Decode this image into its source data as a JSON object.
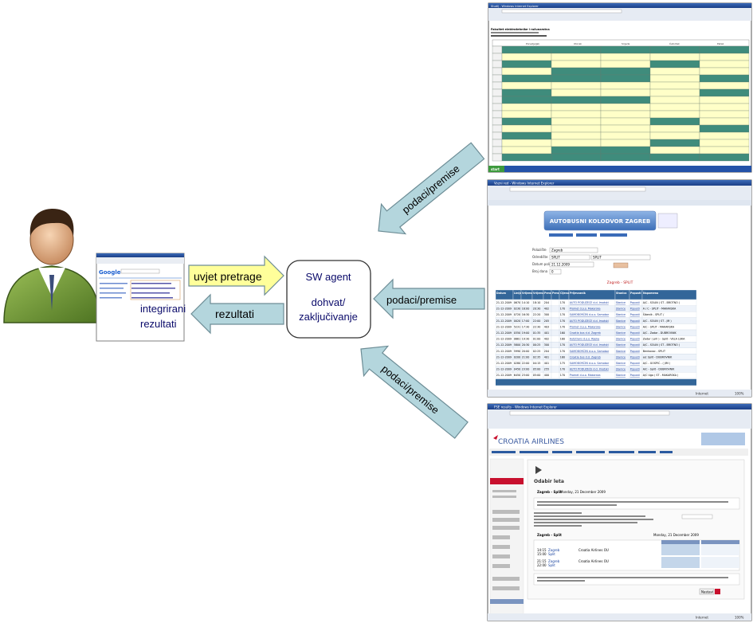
{
  "labels": {
    "query_condition": "uvjet pretrage",
    "results": "rezultati",
    "integrated_results": [
      "integrirani",
      "rezultati"
    ],
    "data_premises": "podaci/premise"
  },
  "agent": {
    "title": "SW agent",
    "subtitle": [
      "dohvat/",
      "zaključivanje"
    ]
  },
  "screens": {
    "top": {
      "title": "Studij - Windows Internet Explorer",
      "heading": "Fakultet elektrotehnike i računarstva",
      "day_headers": [
        "Ponedjeljak",
        "Utorak",
        "Srijeda",
        "Četvrtak",
        "Petak"
      ],
      "start_button": "start"
    },
    "middle": {
      "title": "Vozni red - Windows Internet Explorer",
      "banner": "AUTOBUSNI KOLODVOR ZAGREB",
      "form_labels": [
        "Polazište",
        "Odredište",
        "Datum polaska",
        "Broj dana"
      ],
      "form_values": [
        "Zagreb",
        "SPLIT",
        "21.12.2009",
        "0"
      ],
      "route_title": "Zagreb - SPLIT",
      "columns": [
        "Datum",
        "Linija",
        "Vrijeme Polaska",
        "Vrijeme Dolaska",
        "Peron Pol.",
        "Peron Dol.",
        "Cijena",
        "Prijevoznik",
        "Stanica",
        "Popusti",
        "Napomena"
      ],
      "rows": [
        [
          "21-12-2009",
          "0670",
          "14:10",
          "18:10",
          "204",
          "",
          "170",
          "AUTO PODUZEĆE d.d. Imotski",
          "Stanice",
          "Popusti",
          "A/C - SOLIN ( ST - BROTNO )"
        ],
        [
          "21-12-2009",
          "0230",
          "16:00",
          "20:30",
          "402",
          "",
          "170",
          "Promet d.o.o. Makarska",
          "Stanice",
          "Popusti",
          "A / C - SPLIT - MAKARSKA"
        ],
        [
          "21-12-2009",
          "0720",
          "16:30",
          "22:20",
          "300",
          "",
          "170",
          "SAMOBORČEK d.o.o. Samobor",
          "Stanice",
          "Popusti",
          "Šibenik - SPLIT /"
        ],
        [
          "21-12-2009",
          "0020",
          "17:00",
          "22:00",
          "205",
          "",
          "170",
          "AUTO PODUZEĆE d.d. Imotski",
          "Stanice",
          "Popusti",
          "A/C - SOLIN ( ST - JM )"
        ],
        [
          "21-12-2009",
          "5231",
          "17:30",
          "22:30",
          "403",
          "",
          "170",
          "Promet d.o.o. Makarska",
          "Stanice",
          "Popusti",
          "A/C - SPLIT - MAKARSKA"
        ],
        [
          "21-12-2009",
          "0350",
          "19:00",
          "01:35",
          "401",
          "",
          "160",
          "Croatia bus d.d. Zagreb",
          "Stanice",
          "Popusti",
          "A/C - Zadar - DUBROVNIK"
        ],
        [
          "21-12-2009",
          "0661",
          "19:30",
          "01:00",
          "402",
          "",
          "180",
          "Autotrans d.o.o. Rijeka",
          "Stanice",
          "Popusti",
          "Zadar ( pril ) - Split - VELA LUKA"
        ],
        [
          "21-12-2009",
          "5800",
          "20:30",
          "00:25",
          "300",
          "",
          "170",
          "AUTO PODUZEĆE d.d. Imotski",
          "Stanice",
          "Popusti",
          "A/C - SOLIN ( ST - BROTNO )"
        ],
        [
          "21-12-2009",
          "5990",
          "20:00",
          "02:25",
          "204",
          "",
          "170",
          "SAMOBORČEK d.o.o. Samobor",
          "Stanice",
          "Popusti",
          "Benkovac - SPLIT"
        ],
        [
          "21-12-2009",
          "0200",
          "21:00",
          "02:35",
          "401",
          "",
          "180",
          "Croatia bus d.d. Zagreb",
          "Stanice",
          "Popusti",
          "a/c Split - DUBROVNIK"
        ],
        [
          "21-12-2009",
          "0280",
          "22:00",
          "04:15",
          "401",
          "",
          "175",
          "SAMOBORČEK d.o.o. Samobor",
          "Stanice",
          "Popusti",
          "A/C - GOSPIĆ - ( JIM )"
        ],
        [
          "21-12-2009",
          "0450",
          "23:00",
          "05:00",
          "255",
          "",
          "170",
          "AUTO PODUZEĆE d.d. Imotski",
          "Stanice",
          "Popusti",
          "A/C - Split - DUBROVNIK"
        ],
        [
          "21-12-2009",
          "6450",
          "23:00",
          "05:00",
          "400",
          "",
          "170",
          "Promet d.o.o. Makarska",
          "Stanice",
          "Popusti",
          "A/C Ugo ( ST - MAKARSKA )"
        ]
      ],
      "status": "Internet",
      "zoom": "100%"
    },
    "bottom": {
      "title": "FSE results - Windows Internet Explorer",
      "brand": "CROATIA AIRLINES",
      "section_title": "Odabir leta",
      "route": "Zagreb - Split",
      "date_text": "Monday, 21 December 2009",
      "flights": [
        {
          "dep": "14:15",
          "from": "Zagreb",
          "arr": "15:00",
          "to": "Split",
          "carrier": "Croatia Airlines OU"
        },
        {
          "dep": "21:15",
          "from": "Zagreb",
          "arr": "22:00",
          "to": "Split",
          "carrier": "Croatia Airlines OU"
        }
      ],
      "button": "Nastavi",
      "status": "Internet",
      "zoom": "100%"
    },
    "left_thumb": {
      "logo": "Google"
    }
  },
  "colors": {
    "yellow_arrow": "#ffff9a",
    "blue_arrow": "#b4d6dd",
    "arrow_stroke": "#6d8d96",
    "table_header": "#336699",
    "timetable_yellow": "#ffffc8",
    "timetable_teal": "#3f8c7c",
    "airline_red": "#c8102e"
  }
}
